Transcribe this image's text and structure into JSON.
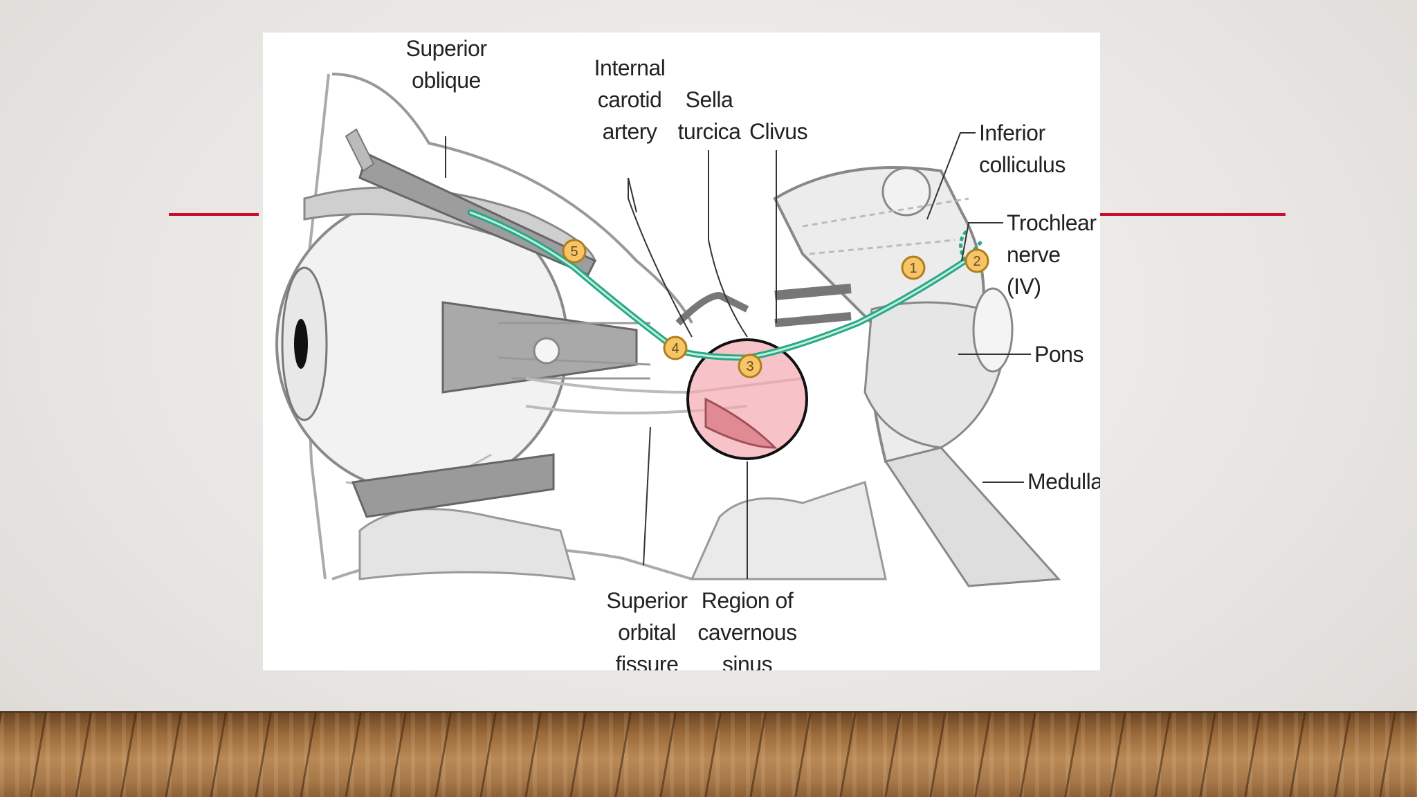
{
  "diagram": {
    "labels": {
      "superior_oblique": [
        "Superior",
        "oblique"
      ],
      "internal_carotid_artery": [
        "Internal",
        "carotid",
        "artery"
      ],
      "sella_turcica": [
        "Sella",
        "turcica"
      ],
      "clivus": "Clivus",
      "inferior_colliculus": [
        "Inferior",
        "colliculus"
      ],
      "trochlear_nerve": [
        "Trochlear",
        "nerve (IV)"
      ],
      "pons": "Pons",
      "medulla": "Medulla",
      "superior_orbital_fissure": [
        "Superior",
        "orbital",
        "fissure"
      ],
      "region_cavernous_sinus": [
        "Region of",
        "cavernous",
        "sinus"
      ]
    },
    "markers": [
      "1",
      "2",
      "3",
      "4",
      "5"
    ],
    "colors": {
      "nerve": "#2aa886",
      "cavernous_highlight": "#f4a9b0",
      "marker_fill": "#f6c56a",
      "accent_line": "#c8102e"
    }
  }
}
